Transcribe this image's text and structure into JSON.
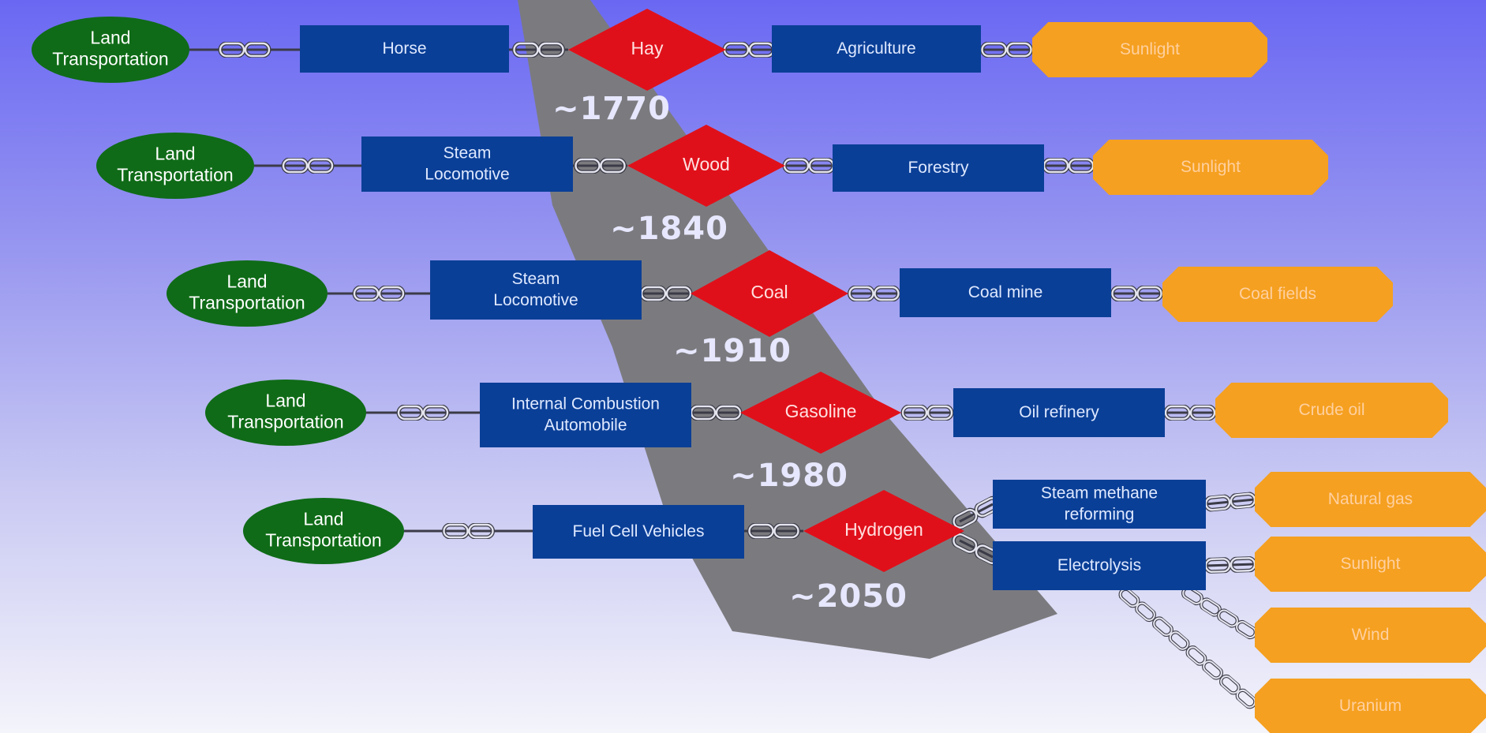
{
  "colors": {
    "ellipse": "#0f6b17",
    "box": "#0a3f97",
    "diamond": "#e0101a",
    "octagon": "#f5a020",
    "wedge": "#7b7b7f",
    "chain": "#cfcfd8"
  },
  "rows": [
    {
      "year": "~1770",
      "vehicle_type": [
        "Land",
        "Transportation"
      ],
      "technology": [
        "Horse"
      ],
      "fuel": "Hay",
      "process": [
        "Agriculture"
      ],
      "source": "Sunlight"
    },
    {
      "year": "~1840",
      "vehicle_type": [
        "Land",
        "Transportation"
      ],
      "technology": [
        "Steam",
        "Locomotive"
      ],
      "fuel": "Wood",
      "process": [
        "Forestry"
      ],
      "source": "Sunlight"
    },
    {
      "year": "~1910",
      "vehicle_type": [
        "Land",
        "Transportation"
      ],
      "technology": [
        "Steam",
        "Locomotive"
      ],
      "fuel": "Coal",
      "process": [
        "Coal mine"
      ],
      "source": "Coal fields"
    },
    {
      "year": "~1980",
      "vehicle_type": [
        "Land",
        "Transportation"
      ],
      "technology": [
        "Internal Combustion",
        "Automobile"
      ],
      "fuel": "Gasoline",
      "process": [
        "Oil refinery"
      ],
      "source": "Crude oil"
    },
    {
      "year": "~2050",
      "vehicle_type": [
        "Land",
        "Transportation"
      ],
      "technology": [
        "Fuel Cell Vehicles"
      ],
      "fuel": "Hydrogen",
      "processes": [
        {
          "label": [
            "Steam methane",
            "reforming"
          ]
        },
        {
          "label": [
            "Electrolysis"
          ]
        }
      ],
      "sources": [
        "Natural gas",
        "Sunlight",
        "Wind",
        "Uranium"
      ]
    }
  ]
}
